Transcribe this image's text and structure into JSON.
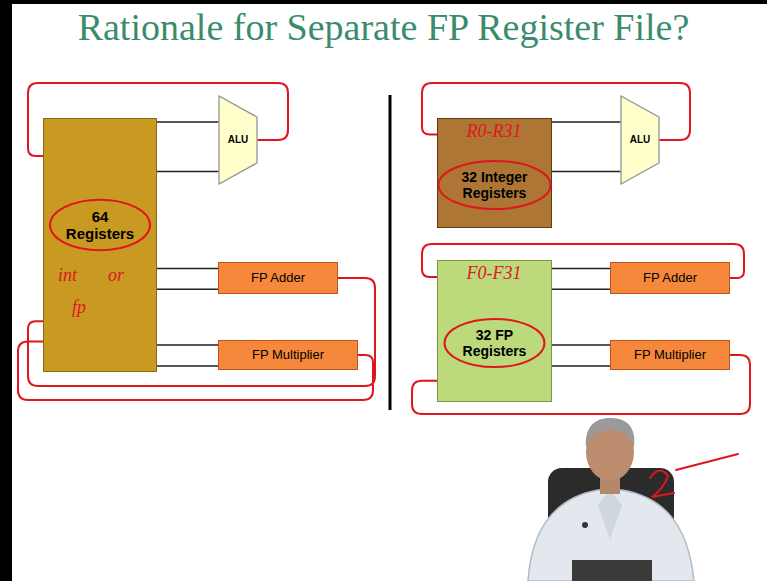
{
  "diagram": {
    "title": "Rationale for Separate FP Register File?",
    "nodes": [
      {
        "text": [
          "64 Registers"
        ]
      },
      {
        "text": [
          "ALU"
        ]
      },
      {
        "text": [
          "FP Adder"
        ]
      },
      {
        "text": [
          "FP Multiplier"
        ]
      },
      {
        "text": [
          "32 Integer Registers"
        ]
      },
      {
        "text": [
          "ALU"
        ]
      },
      {
        "text": [
          "32 FP Registers"
        ]
      },
      {
        "text": [
          "FP Adder"
        ]
      },
      {
        "text": [
          "FP Multiplier"
        ]
      }
    ],
    "edges": [
      {
        "from": 0,
        "to": 1,
        "arrow": "none"
      },
      {
        "from": 0,
        "to": 1,
        "arrow": "none"
      },
      {
        "from": 1,
        "to": 0,
        "arrow": "none"
      },
      {
        "from": 0,
        "to": 2,
        "arrow": "none"
      },
      {
        "from": 0,
        "to": 2,
        "arrow": "none"
      },
      {
        "from": 2,
        "to": 0,
        "arrow": "none"
      },
      {
        "from": 0,
        "to": 3,
        "arrow": "none"
      },
      {
        "from": 0,
        "to": 3,
        "arrow": "none"
      },
      {
        "from": 3,
        "to": 0,
        "arrow": "none"
      },
      {
        "from": 4,
        "to": 5,
        "arrow": "none"
      },
      {
        "from": 4,
        "to": 5,
        "arrow": "none"
      },
      {
        "from": 5,
        "to": 4,
        "arrow": "none"
      },
      {
        "from": 6,
        "to": 7,
        "arrow": "none"
      },
      {
        "from": 6,
        "to": 7,
        "arrow": "none"
      },
      {
        "from": 7,
        "to": 6,
        "arrow": "none"
      },
      {
        "from": 6,
        "to": 8,
        "arrow": "none"
      },
      {
        "from": 6,
        "to": 8,
        "arrow": "none"
      },
      {
        "from": 8,
        "to": 6,
        "arrow": "none"
      }
    ],
    "labels": [
      "int",
      "or",
      "fp",
      "R0-R31",
      "F0-F31"
    ]
  }
}
